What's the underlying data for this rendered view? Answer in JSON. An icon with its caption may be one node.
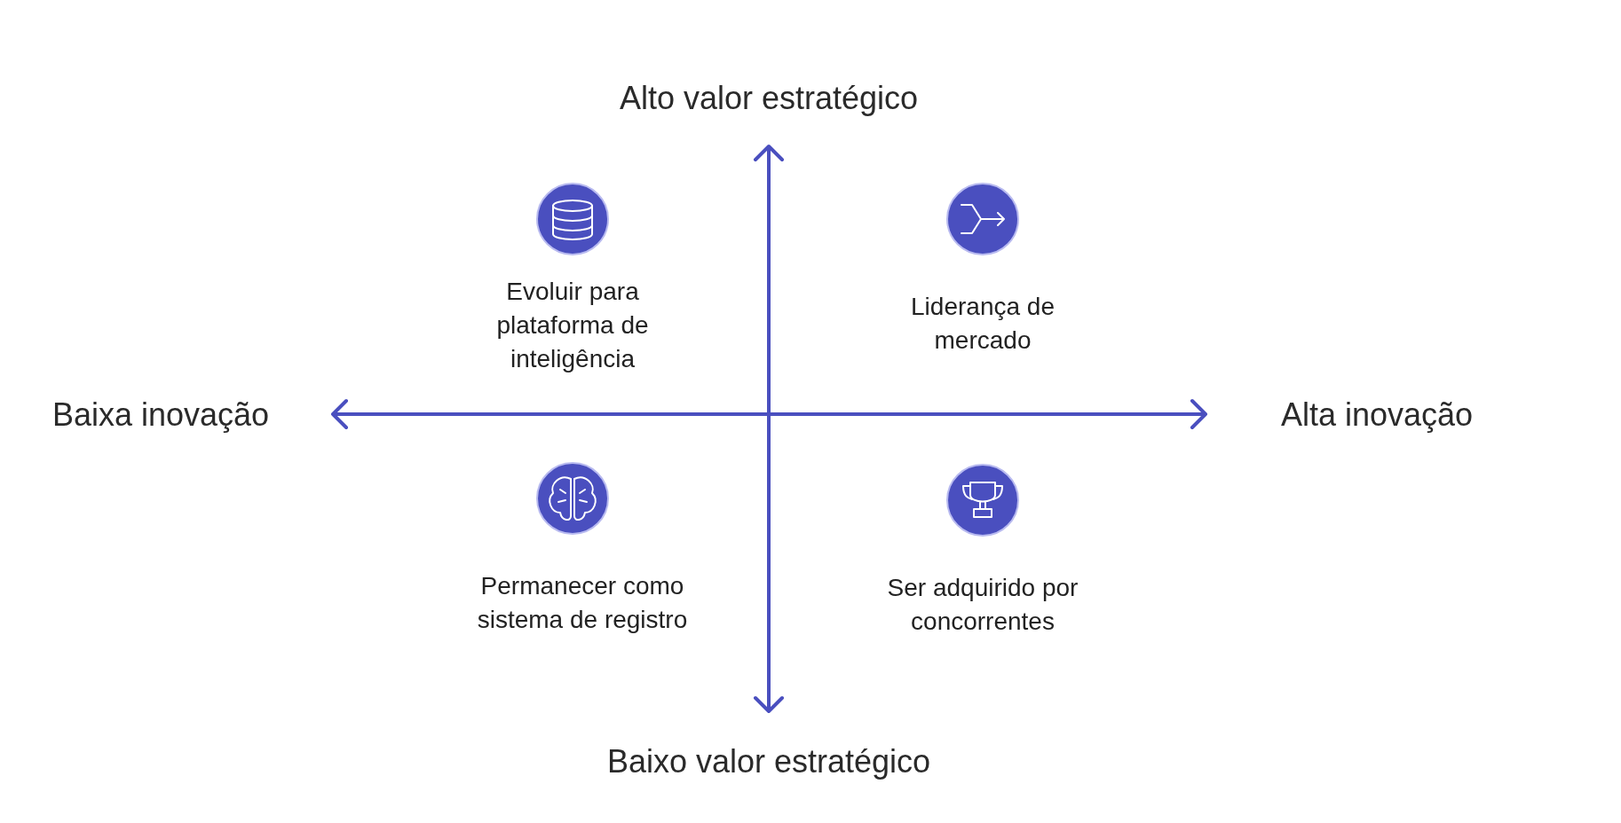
{
  "diagram": {
    "labels": [
      "Alto valor estratégico",
      "Evoluir para plataforma de inteligência",
      "Liderança de mercado",
      "Baixa inovação",
      "Alta inovação",
      "Permanecer como sistema de registro",
      "Ser adquirido por concorrentes",
      "Baixo valor estratégico"
    ]
  }
}
